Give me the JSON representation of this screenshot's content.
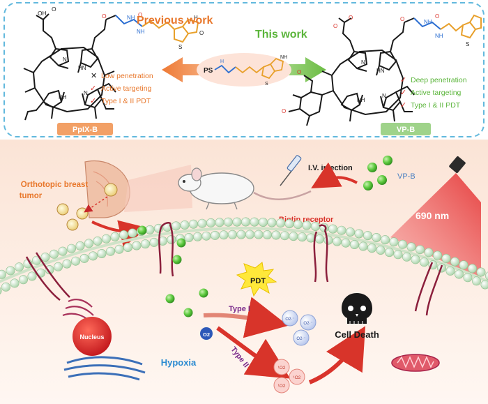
{
  "top_panel": {
    "previous_title": "Previous work",
    "this_title": "This work",
    "left_name": "PpIX-B",
    "right_name": "VP-B",
    "linker_label": "PS",
    "left_features": [
      "Low penetration",
      "Active targeting",
      "Type I & II PDT"
    ],
    "right_features": [
      "Deep penetration",
      "Active targeting",
      "Type I & II PDT"
    ],
    "atoms": {
      "oh": "OH",
      "o": "O",
      "n": "N",
      "nh": "NH",
      "hn": "HN",
      "h": "H",
      "s": "S"
    }
  },
  "bottom_panel": {
    "tumor_label_1": "Orthotopic breast",
    "tumor_label_2": "tumor",
    "injection_label": "I.V. injection",
    "vpb_label": "VP-B",
    "wavelength": "690 nm",
    "receptor_label": "Biotin receptor",
    "pdt_label": "PDT",
    "type1_label": "Type I",
    "type2_label": "Type II",
    "cell_death_label": "Cell Death",
    "nucleus_label": "Nucleus",
    "hypoxia_label": "Hypoxia",
    "o2_label": "O2",
    "radical_label": "O2·⁻",
    "singlet_label": "¹O2"
  },
  "colors": {
    "orange": "#e8772b",
    "green": "#5bb53b",
    "blue": "#2a6dd1",
    "red": "#d9332b",
    "maroon": "#8b1f3c"
  }
}
